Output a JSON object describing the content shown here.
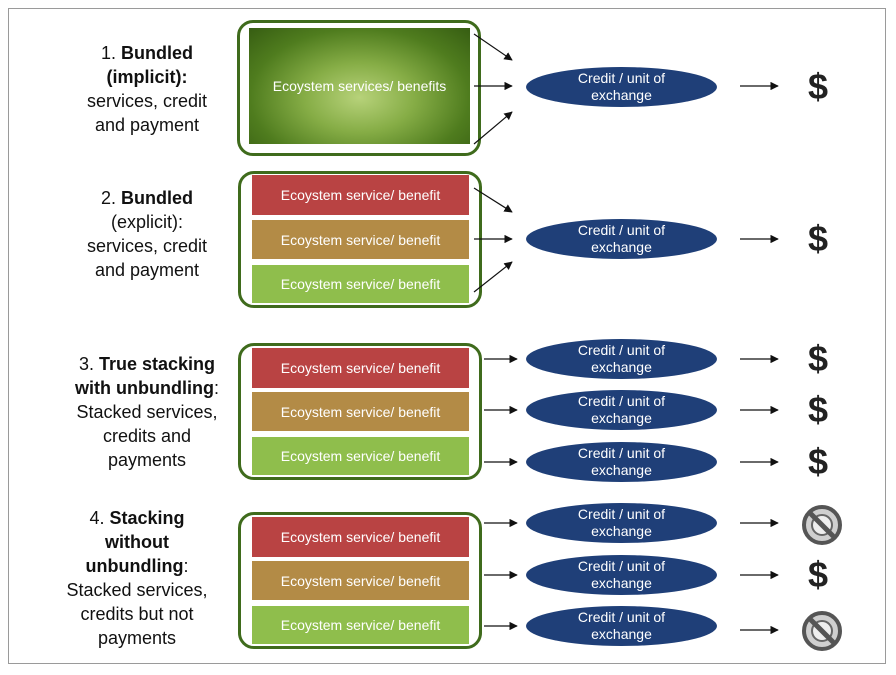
{
  "groups": [
    {
      "number": "1.",
      "title": "Bundled",
      "title2": "(implicit)",
      "suffix": ":",
      "desc": [
        "services, credit",
        "and payment"
      ],
      "services": [
        "Ecoystem services/ benefits"
      ],
      "credits": [
        "Credit / unit of exchange"
      ],
      "outcomes": [
        "$"
      ]
    },
    {
      "number": "2.",
      "title": "Bundled",
      "desc": [
        "(explicit):",
        "services, credit",
        "and payment"
      ],
      "services": [
        "Ecoystem service/ benefit",
        "Ecoystem service/ benefit",
        "Ecoystem service/ benefit"
      ],
      "credits": [
        "Credit / unit of exchange"
      ],
      "outcomes": [
        "$"
      ]
    },
    {
      "number": "3.",
      "title": "True stacking",
      "title2": "with unbundling",
      "suffix": ":",
      "desc": [
        "Stacked services,",
        "credits and",
        "payments"
      ],
      "services": [
        "Ecoystem service/ benefit",
        "Ecoystem service/ benefit",
        "Ecoystem service/ benefit"
      ],
      "credits": [
        "Credit / unit of exchange",
        "Credit / unit of exchange",
        "Credit / unit of exchange"
      ],
      "outcomes": [
        "$",
        "$",
        "$"
      ]
    },
    {
      "number": "4.",
      "title": "Stacking",
      "title2": "without",
      "title3": "unbundling",
      "suffix": ":",
      "desc": [
        "Stacked services,",
        "credits but not",
        "payments"
      ],
      "services": [
        "Ecoystem service/ benefit",
        "Ecoystem service/ benefit",
        "Ecoystem service/ benefit"
      ],
      "credits": [
        "Credit / unit of exchange",
        "Credit / unit of exchange",
        "Credit / unit of exchange"
      ],
      "outcomes": [
        "no-payment-icon",
        "$",
        "no-payment-icon"
      ]
    }
  ],
  "colors": {
    "service_red": "#b94343",
    "service_tan": "#b38b46",
    "service_green": "#8fbe4c",
    "credit": "#1f3f78",
    "group_border": "#3f6b1c"
  }
}
